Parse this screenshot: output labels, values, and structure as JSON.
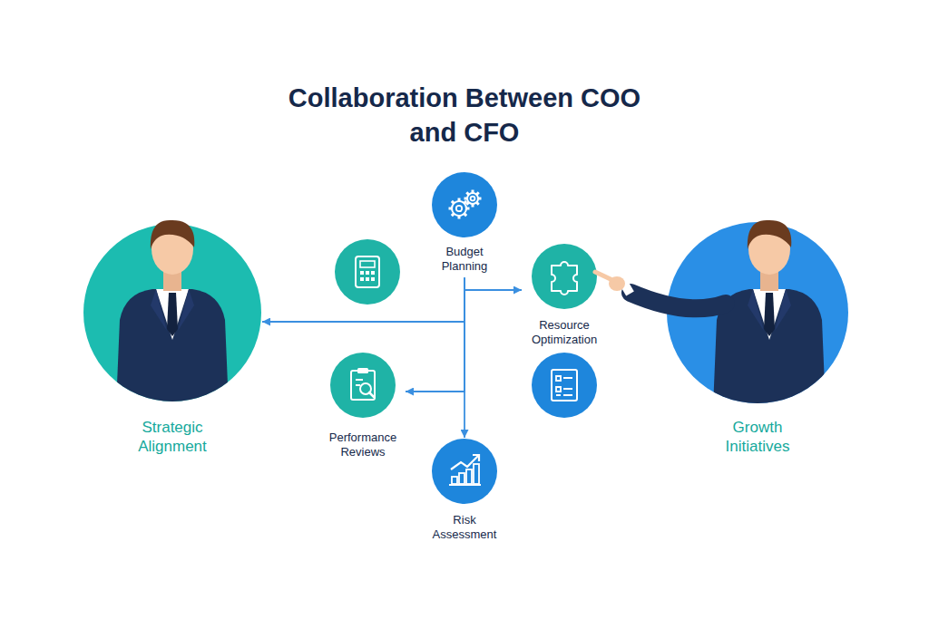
{
  "diagram": {
    "title": "Collaboration Between COO and CFO",
    "nodes": [
      {
        "text": [
          "Strategic Alignment"
        ]
      },
      {
        "text": [
          "Budget Planning"
        ]
      },
      {
        "text": [
          "Resource Optimization"
        ]
      },
      {
        "text": [
          "Growth Initiatives"
        ]
      },
      {
        "text": [
          "Performance Reviews"
        ]
      },
      {
        "text": [
          "Risk Assessment"
        ]
      }
    ],
    "edges": [
      {
        "from": 1,
        "to": 0,
        "arrow": "to"
      },
      {
        "from": 1,
        "to": 2,
        "arrow": "to"
      },
      {
        "from": 1,
        "to": 4,
        "arrow": "to"
      },
      {
        "from": 1,
        "to": 5,
        "arrow": "to"
      }
    ]
  }
}
